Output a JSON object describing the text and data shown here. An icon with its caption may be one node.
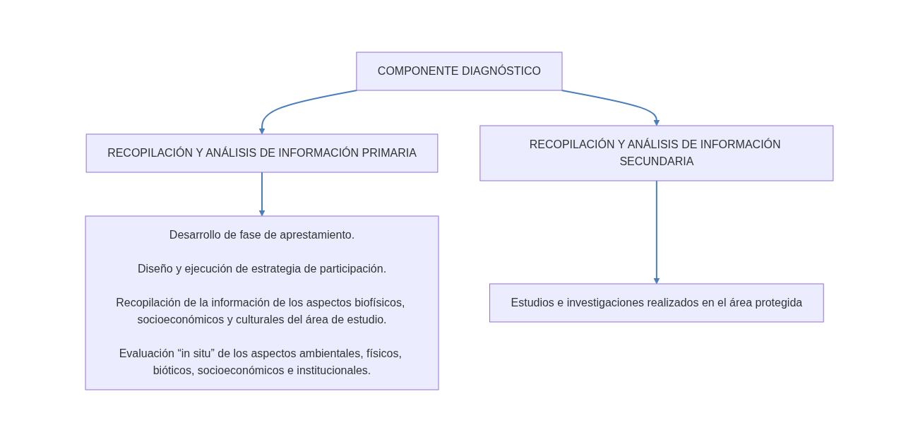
{
  "diagram": {
    "nodes": [
      {
        "text": [
          "COMPONENTE DIAGNÓSTICO"
        ]
      },
      {
        "text": [
          "RECOPILACIÓN Y ANÁLISIS DE INFORMACIÓN PRIMARIA"
        ]
      },
      {
        "text": [
          "RECOPILACIÓN Y ANÁLISIS DE INFORMACIÓN SECUNDARIA"
        ]
      },
      {
        "text": [
          "Desarrollo de fase de aprestamiento.",
          "Diseño y ejecución de estrategia de participación.",
          "Recopilación de la información de los aspectos biofísicos, socioeconómicos y culturales del área de estudio.",
          "Evaluación “in situ” de los aspectos ambientales, físicos, bióticos, socioeconómicos e institucionales."
        ]
      },
      {
        "text": [
          "Estudios e investigaciones realizados en el área protegida"
        ]
      }
    ],
    "edges": [
      {
        "from": 0,
        "to": 1,
        "arrow": "to"
      },
      {
        "from": 0,
        "to": 2,
        "arrow": "to"
      },
      {
        "from": 1,
        "to": 3,
        "arrow": "to"
      },
      {
        "from": 2,
        "to": 4,
        "arrow": "to"
      }
    ]
  }
}
